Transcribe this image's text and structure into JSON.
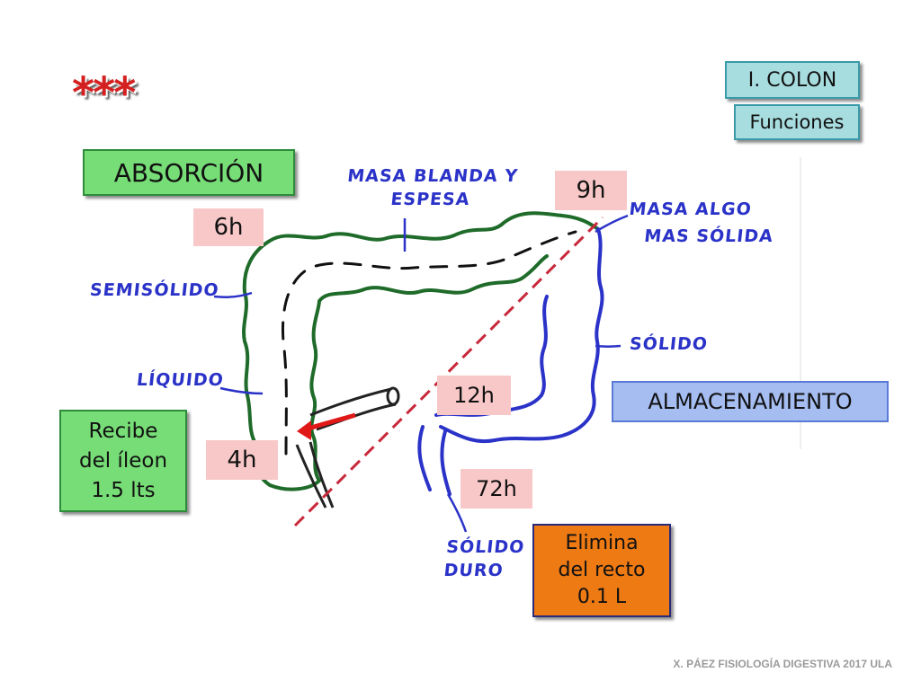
{
  "decoration": {
    "stars": "***"
  },
  "header": {
    "title": "I. COLON",
    "subtitle": "Funciones"
  },
  "labels": {
    "absorcion": "ABSORCIÓN",
    "almacenamiento": "ALMACENAMIENTO",
    "recibe": [
      "Recibe",
      "del íleon",
      "1.5 lts"
    ],
    "elimina": [
      "Elimina",
      "del recto",
      "0.1 L"
    ]
  },
  "times": {
    "t6": "6h",
    "t9": "9h",
    "t12": "12h",
    "t4": "4h",
    "t72": "72h"
  },
  "annotations": {
    "masa_blanda": [
      "MASA BLANDA Y",
      "ESPESA"
    ],
    "masa_algo": [
      "MASA ALGO",
      "MAS SÓLIDA"
    ],
    "semisolido": "SEMISÓLIDO",
    "liquido": "LÍQUIDO",
    "solido": "SÓLIDO",
    "solido_duro": [
      "SÓLIDO",
      "DURO"
    ]
  },
  "footer": "X. PÁEZ   FISIOLOGÍA DIGESTIVA 2017  ULA",
  "colors": {
    "green_wall": "#1f6b2a",
    "blue_wall": "#2a32c8",
    "dashed_line": "#c8283a",
    "arrow": "#e01818"
  }
}
